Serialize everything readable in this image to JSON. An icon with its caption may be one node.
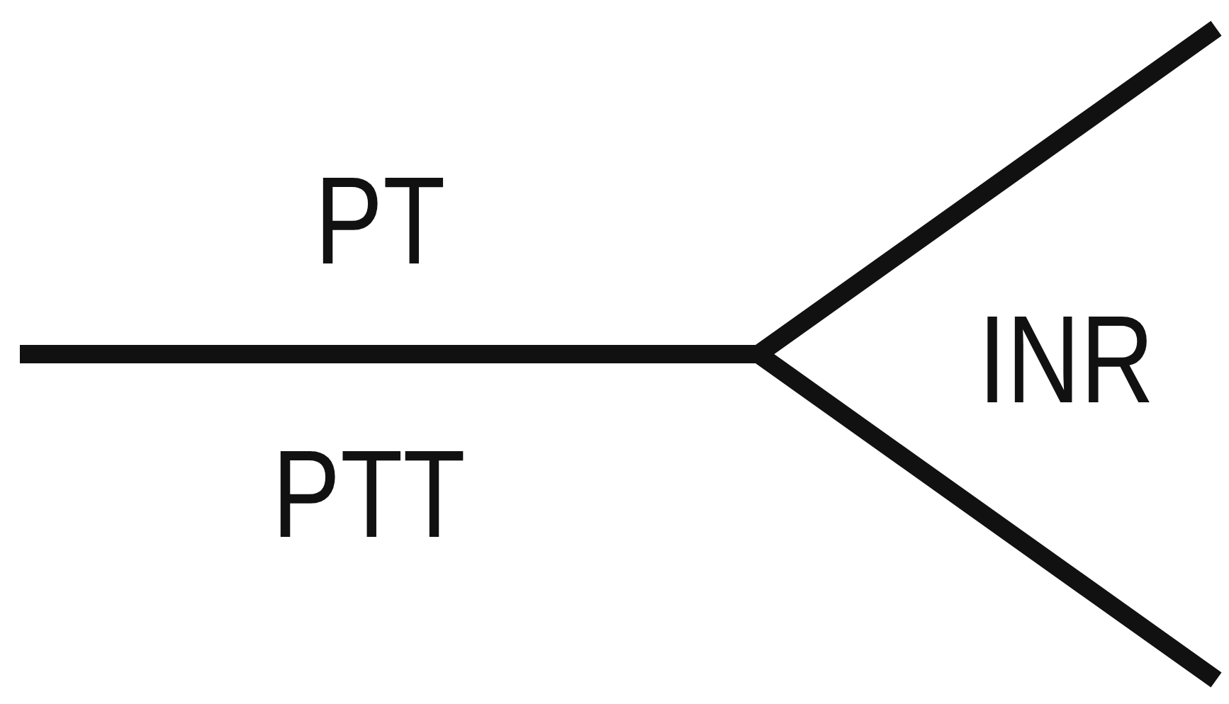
{
  "diagram": {
    "labels": [
      "PT",
      "INR",
      "PTT"
    ]
  }
}
